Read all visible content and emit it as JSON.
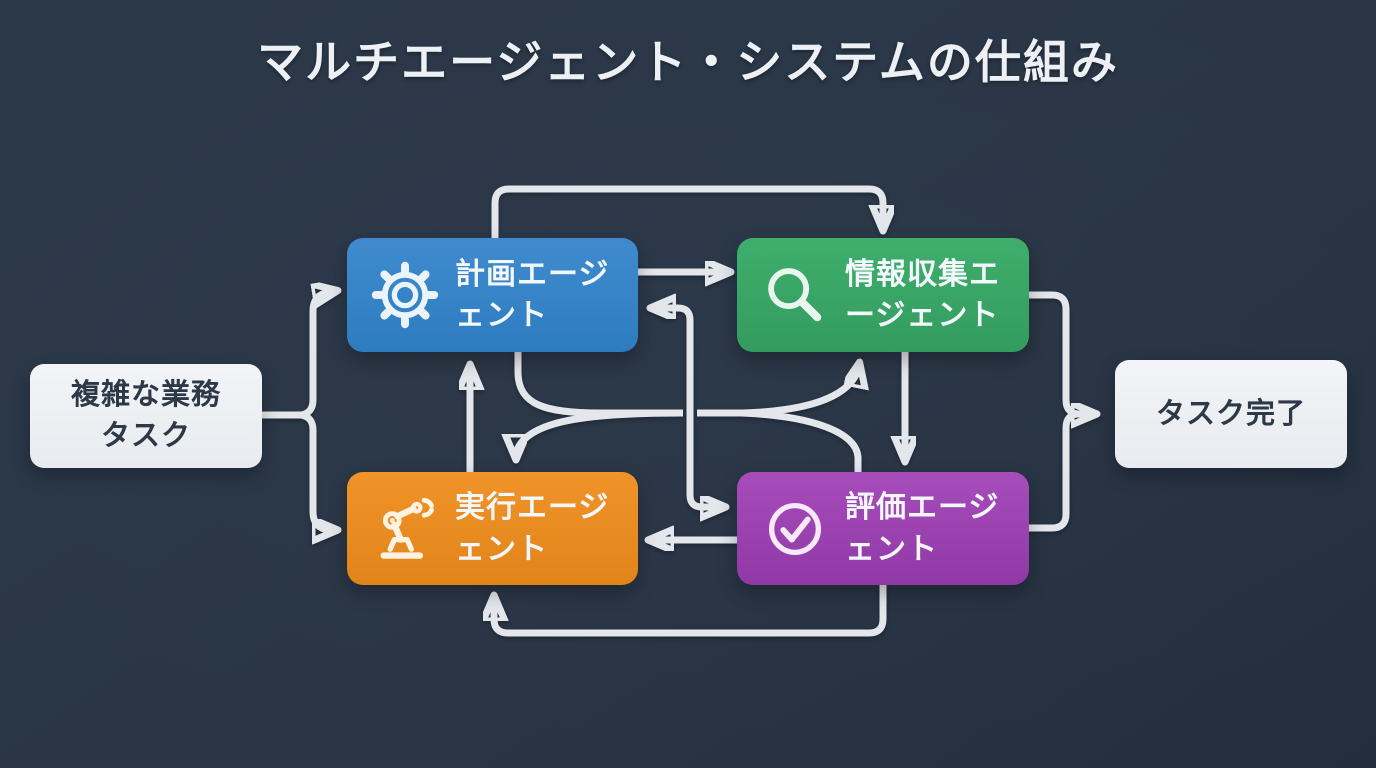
{
  "title": "マルチエージェント・システムの仕組み",
  "colors": {
    "background": "#2a3646",
    "arrow": "#e3e6eb",
    "planning_blue": "#3582c6",
    "research_green": "#39a566",
    "execution_orange": "#e88b22",
    "evaluation_purple": "#9c43b1",
    "plain_box": "#eef0f4",
    "plain_text": "#2d3948",
    "title_text": "#edf1f6"
  },
  "nodes": {
    "input": {
      "lines": [
        "複雑な業務",
        "タスク"
      ]
    },
    "planning": {
      "lines": [
        "計画エージ",
        "ェント"
      ],
      "icon": "gear-icon"
    },
    "research": {
      "lines": [
        "情報収集エ",
        "ージェント"
      ],
      "icon": "search-icon"
    },
    "execution": {
      "lines": [
        "実行エージ",
        "ェント"
      ],
      "icon": "robot-arm-icon"
    },
    "evaluation": {
      "lines": [
        "評価エージ",
        "ェント"
      ],
      "icon": "check-circle-icon"
    },
    "output": {
      "lines": [
        "タスク完了"
      ]
    }
  },
  "edges": [
    {
      "from": "input",
      "to": "planning"
    },
    {
      "from": "input",
      "to": "execution"
    },
    {
      "from": "planning",
      "to": "research",
      "route": "top-loop"
    },
    {
      "from": "planning",
      "to": "research",
      "route": "direct"
    },
    {
      "from": "planning",
      "to": "research",
      "route": "s-curve"
    },
    {
      "from": "execution",
      "to": "planning",
      "route": "vertical"
    },
    {
      "from": "planning",
      "to": "execution",
      "route": "s-curve"
    },
    {
      "from": "evaluation",
      "to": "planning",
      "route": "elbow"
    },
    {
      "from": "planning",
      "to": "evaluation",
      "route": "elbow"
    },
    {
      "from": "research",
      "to": "evaluation",
      "route": "vertical"
    },
    {
      "from": "evaluation",
      "to": "execution",
      "route": "direct"
    },
    {
      "from": "evaluation",
      "to": "execution",
      "route": "bottom-loop"
    },
    {
      "from": "research",
      "to": "output"
    },
    {
      "from": "evaluation",
      "to": "output"
    }
  ]
}
